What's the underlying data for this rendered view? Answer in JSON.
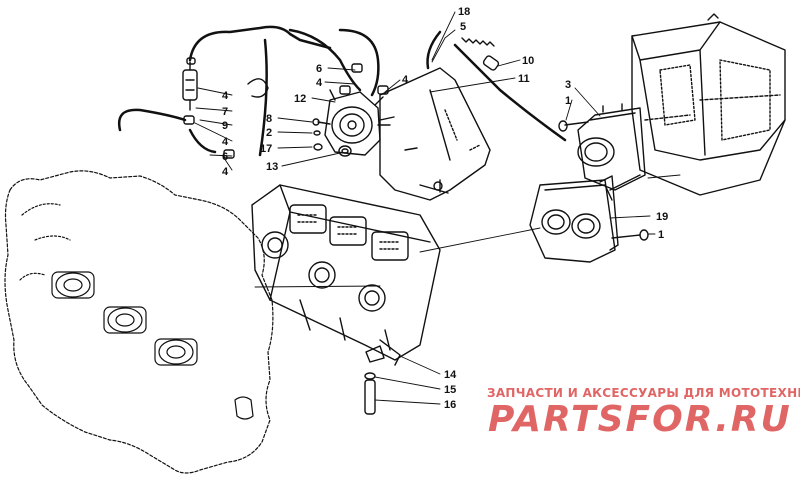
{
  "diagram": {
    "callouts": {
      "c18": "18",
      "c5": "5",
      "c10": "10",
      "c11": "11",
      "c6a": "6",
      "c4a": "4",
      "c4b": "4",
      "c12": "12",
      "c8": "8",
      "c2": "2",
      "c17": "17",
      "c13": "13",
      "c4c": "4",
      "c7": "7",
      "c9": "9",
      "c4d": "4",
      "c6b": "6",
      "c4e": "4",
      "c3": "3",
      "c1a": "1",
      "c19": "19",
      "c1b": "1",
      "c14": "14",
      "c15": "15",
      "c16": "16"
    }
  },
  "watermark": {
    "tagline": "ЗАПЧАСТИ И АКСЕССУАРЫ ДЛЯ МОТОТЕХНИКИ",
    "logo": "PARTSFOR.RU",
    "color": "#e06666"
  }
}
